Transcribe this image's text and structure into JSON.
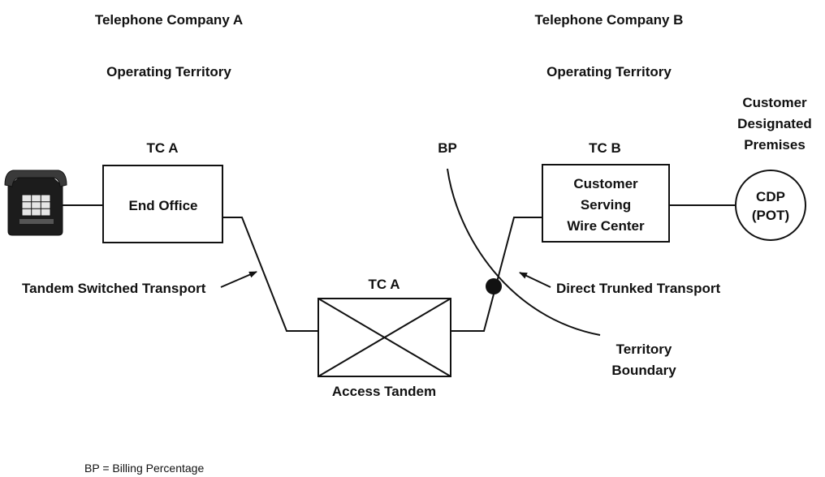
{
  "headers": {
    "company_a": "Telephone Company A",
    "territory_a": "Operating Territory",
    "company_b": "Telephone Company B",
    "territory_b": "Operating Territory"
  },
  "nodes": {
    "tc_a_label": "TC  A",
    "end_office": "End Office",
    "tc_b_label": "TC  B",
    "cswc_line1": "Customer",
    "cswc_line2": "Serving",
    "cswc_line3": "Wire Center",
    "tandem_tc_label": "TC  A",
    "access_tandem": "Access Tandem",
    "cdp_line1": "CDP",
    "cdp_line2": "(POT)",
    "cdp_title_line1": "Customer",
    "cdp_title_line2": "Designated",
    "cdp_title_line3": "Premises",
    "bp": "BP"
  },
  "annotations": {
    "tandem_switched": "Tandem Switched Transport",
    "direct_trunked": "Direct Trunked Transport",
    "territory_boundary_line1": "Territory",
    "territory_boundary_line2": "Boundary"
  },
  "footnote": "BP = Billing Percentage",
  "icons": {
    "telephone": "telephone-icon"
  }
}
